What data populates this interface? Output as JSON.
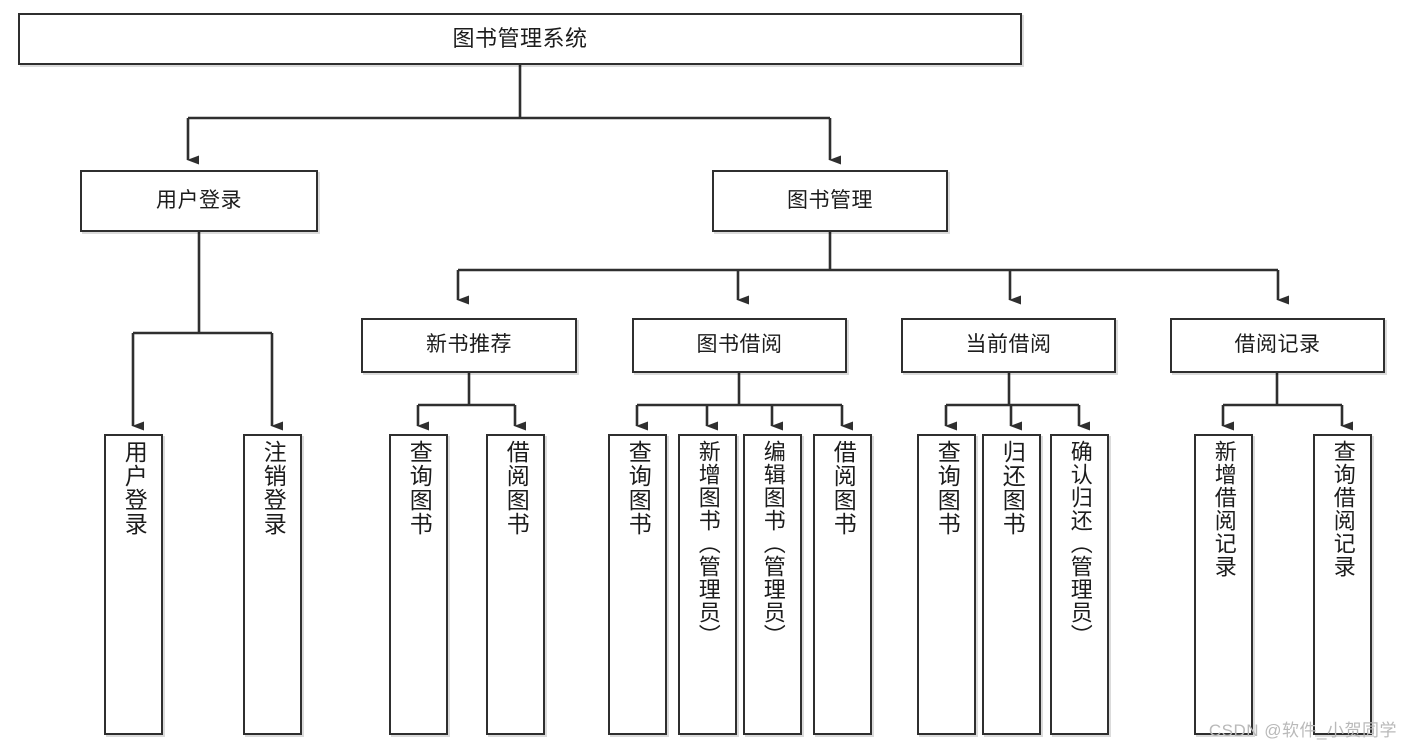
{
  "diagram": {
    "title": "图书管理系统",
    "type": "tree-hierarchy",
    "root": {
      "label": "图书管理系统"
    },
    "level2": [
      {
        "label": "用户登录"
      },
      {
        "label": "图书管理"
      }
    ],
    "level3": [
      {
        "label": "新书推荐"
      },
      {
        "label": "图书借阅"
      },
      {
        "label": "当前借阅"
      },
      {
        "label": "借阅记录"
      }
    ],
    "leaves": {
      "user_login": [
        {
          "label": "用户登录"
        },
        {
          "label": "注销登录"
        }
      ],
      "new_book_recommend": [
        {
          "label": "查询图书"
        },
        {
          "label": "借阅图书"
        }
      ],
      "book_borrow": [
        {
          "label": "查询图书"
        },
        {
          "label": "新增图书（管理员）"
        },
        {
          "label": "编辑图书（管理员）"
        },
        {
          "label": "借阅图书"
        }
      ],
      "current_borrow": [
        {
          "label": "查询图书"
        },
        {
          "label": "归还图书"
        },
        {
          "label": "确认归还（管理员）"
        }
      ],
      "borrow_record": [
        {
          "label": "新增借阅记录"
        },
        {
          "label": "查询借阅记录"
        }
      ]
    }
  },
  "watermark": {
    "text": "CSDN @软件_小贺同学"
  },
  "colors": {
    "box_border": "#2f2f2f",
    "box_fill": "#ffffff",
    "edge": "#2f2f2f",
    "text": "#1c1c1c",
    "watermark": "#b9b9b9",
    "background": "#ffffff"
  }
}
